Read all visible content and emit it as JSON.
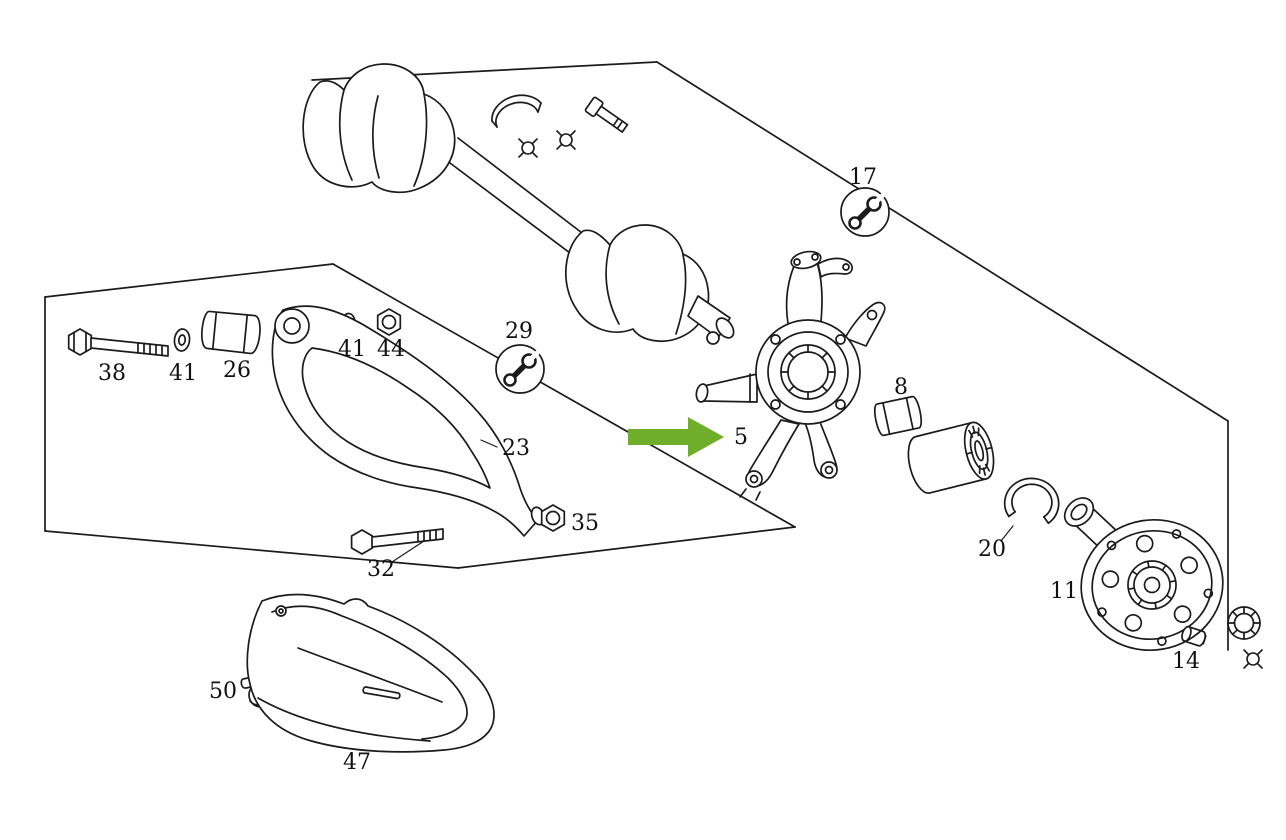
{
  "diagram": {
    "background": "#ffffff",
    "line_color": "#1b1b1b",
    "labels": {
      "17": "17",
      "29": "29",
      "38": "38",
      "41a": "41",
      "26": "26",
      "41b": "41",
      "44": "44",
      "23": "23",
      "35": "35",
      "32": "32",
      "5": "5",
      "8": "8",
      "20": "20",
      "11": "11",
      "14": "14",
      "50": "50",
      "47": "47"
    },
    "selection_arrow": {
      "color": "#6fae2b",
      "points_to_label": "5"
    },
    "icons": {
      "wrench_callouts": [
        "17",
        "29"
      ],
      "clamp_symbol": "¤",
      "star_symbol": "¤"
    }
  }
}
